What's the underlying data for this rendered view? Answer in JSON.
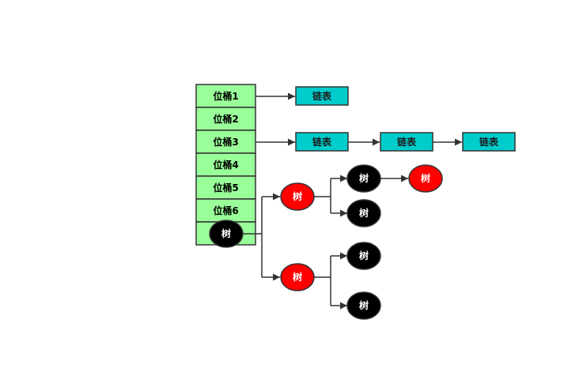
{
  "buckets": [
    "位桶1",
    "位桶2",
    "位桶3",
    "位桶4",
    "位桶5",
    "位桶6"
  ],
  "list_label": "链表",
  "tree_label": "树",
  "colors": {
    "bucket_fill": "#99ff99",
    "list_fill": "#00cccc",
    "tree_black": "#000000",
    "tree_red": "#ff0000",
    "stroke": "#333333"
  }
}
